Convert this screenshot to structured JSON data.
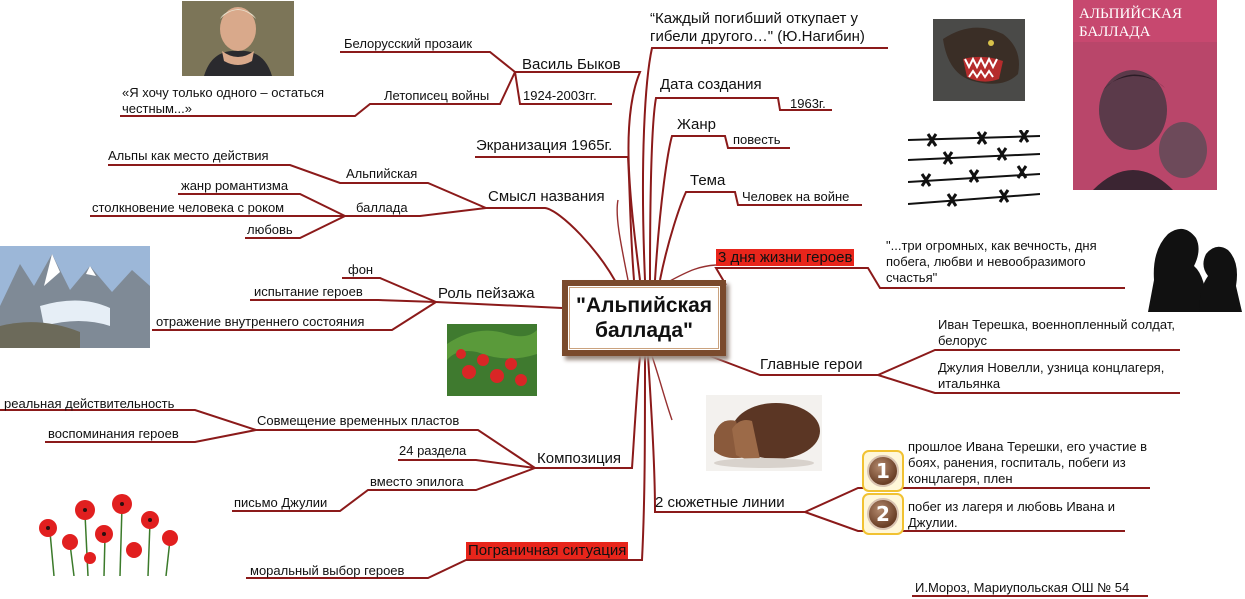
{
  "center_title": "\"Альпийская баллада\"",
  "branches": {
    "bykov": "Василь Быков",
    "bykov_prozaik": "Белорусский прозаик",
    "bykov_letopisec": "Летописец войны",
    "bykov_years": "1924-2003гг.",
    "bykov_quote": "«Я хочу только одного – остаться честным...»",
    "nagibin_quote": "“Каждый погибший откупает у гибели другого…\" (Ю.Нагибин)",
    "data_sozd": "Дата создания",
    "data_year": "1963г.",
    "zhanr": "Жанр",
    "zhanr_val": "повесть",
    "tema": "Тема",
    "tema_val": "Человек на войне",
    "ekranizacia": "Экранизация 1965г.",
    "smysl": "Смысл названия",
    "alpiyskaya": "Альпийская",
    "alpy": "Альпы как место действия",
    "ballada": "баллада",
    "romantizm": "жанр романтизма",
    "stolknovenie": "столкновение человека  с роком",
    "lubov": "любовь",
    "rol": "Роль пейзажа",
    "fon": "фон",
    "ispytanie": "испытание героев",
    "otrazhenie": "отражение внутреннего состояния",
    "tri_dnya": "3 дня жизни героев",
    "tri_dnya_quote": "\"...три огромных, как вечность, дня побега, любви и невообразимого счастья\"",
    "geroi": "Главные герои",
    "ivan": "Иван Терешка, военнопленный солдат, белорус",
    "dzhulia": "Джулия Новелли, узница концлагеря,  итальянка",
    "kompoziciya": "Композиция",
    "sovmeshchenie": "Совмещение временных пластов",
    "realnaya": "реальная действительность",
    "vospominaniya": "воспоминания героев",
    "razdela": "24 раздела",
    "vmesto": "вместо эпилога",
    "pismo": "письмо Джулии",
    "pogran": "Пограничная ситуация",
    "moralny": "моральный выбор героев",
    "syuzhet": "2 сюжетные линии",
    "line1": "прошлое Ивана Терешки, его участие в боях, ранения, госпиталь, побеги из концлагеря, плен",
    "line2": "побег из лагеря и любовь Ивана и Джулии.",
    "num1": "1",
    "num2": "2",
    "author": "И.Мороз, Мариупольская ОШ № 54"
  },
  "poster_title": "АЛЬПИЙСКАЯ БАЛЛАДА",
  "colors": {
    "line": "#8b1a1a",
    "highlight": "#e8251b",
    "frame": "#7a4a2c"
  }
}
